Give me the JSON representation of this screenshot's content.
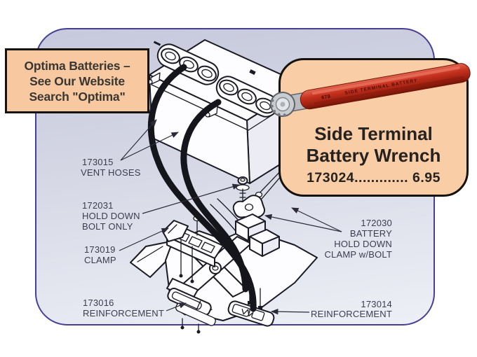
{
  "optima_note": {
    "line1": "Optima Batteries –",
    "line2": "See Our Website",
    "line3": "Search \"Optima\""
  },
  "wrench_card": {
    "title_line1": "Side Terminal",
    "title_line2": "Battery Wrench",
    "price_line": "173024............. 6.95",
    "handle_code": "678",
    "handle_text": "SIDE TERMINAL BATTERY"
  },
  "diagram_labels": {
    "vent_hoses": {
      "part": "173015",
      "line1": "VENT HOSES"
    },
    "hold_down_bolt": {
      "part": "172031",
      "line1": "HOLD DOWN",
      "line2": "BOLT ONLY"
    },
    "clamp": {
      "part": "173019",
      "line1": "CLAMP"
    },
    "reinforcement_left": {
      "part": "173016",
      "line1": "REINFORCEMENT"
    },
    "battery_hold_down_clamp": {
      "part": "172030",
      "line1": "BATTERY",
      "line2": "HOLD DOWN",
      "line3": "CLAMP w/BOLT"
    },
    "reinforcement_right": {
      "part": "173014",
      "line1": "REINFORCEMENT"
    }
  },
  "colors": {
    "panel_border": "#473f93",
    "panel_fill_top": "#c6c9dc",
    "panel_fill_bottom": "#eef0f7",
    "note_fill": "#f8c9a1",
    "note_border": "#17130f",
    "card_fill": "#f9cda6",
    "line_art": "#1a1a24",
    "label_text": "#3c3c50",
    "wrench_red": "#c5301d"
  }
}
